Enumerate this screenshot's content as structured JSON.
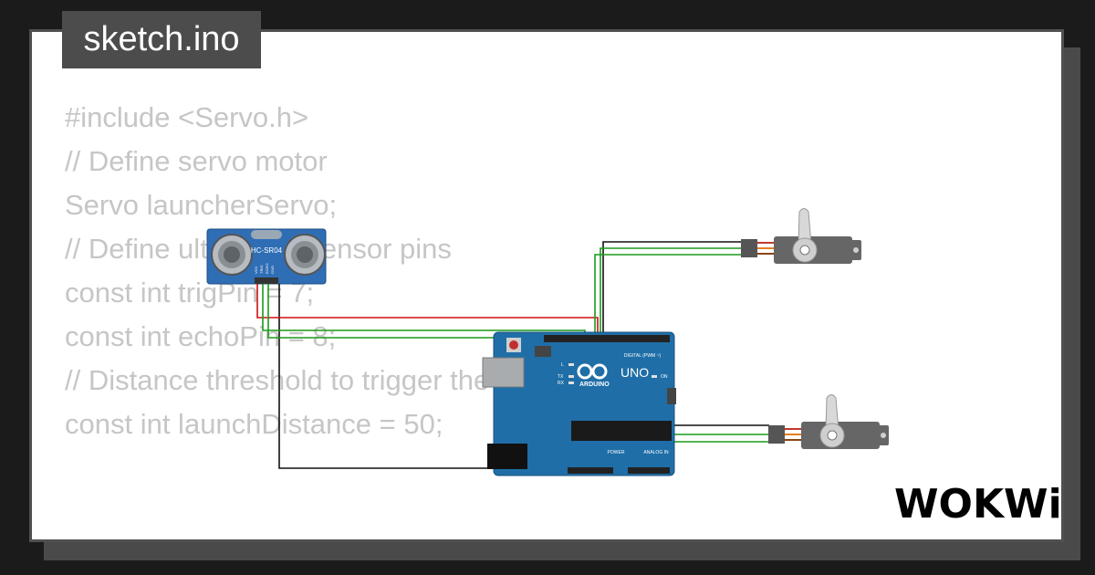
{
  "file_tab": {
    "label": "sketch.ino"
  },
  "code_lines": [
    "#include <Servo.h>",
    "",
    "// Define servo motor",
    "Servo launcherServo;",
    "",
    "// Define ultrasonic sensor pins",
    "const int trigPin = 7;",
    "const int echoPin = 8;",
    "",
    "// Distance threshold to trigger the launch (in cm)",
    "const int launchDistance = 50;"
  ],
  "components": {
    "sensor_label": "HC-SR04",
    "sensor_pins": [
      "VCC",
      "TRIG",
      "ECHO",
      "GND"
    ],
    "board_model": "UNO",
    "board_brand": "ARDUINO",
    "digital_header": "DIGITAL (PWM ~)",
    "power_header": "POWER",
    "analog_header": "ANALOG IN",
    "led_on": "ON",
    "led_l": "L",
    "led_tx": "TX",
    "led_rx": "RX"
  },
  "brand": {
    "logo_text": "WOKWi"
  },
  "colors": {
    "background": "#1b1b1b",
    "card": "#ffffff",
    "code_text": "#c6c6c6",
    "board_blue": "#1f6ea7",
    "sensor_blue": "#2f6eb5",
    "wire_black": "#111111",
    "wire_green": "#1a9a1a",
    "wire_red": "#d01010",
    "servo_body": "#666666"
  },
  "icons": [
    "servo-icon",
    "arduino-infinity-icon"
  ]
}
